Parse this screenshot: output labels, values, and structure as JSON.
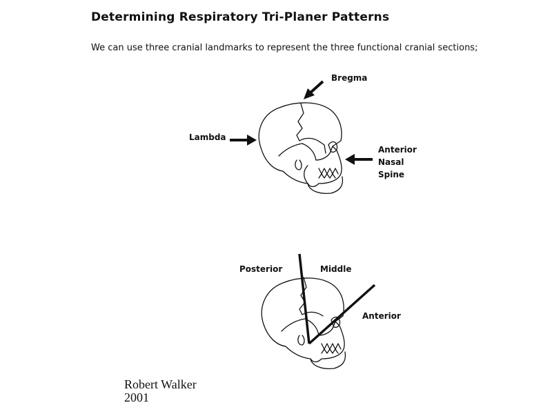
{
  "title": "Determining Respiratory Tri-Planer Patterns",
  "subtitle": "We can use three cranial landmarks to represent the three functional cranial sections;",
  "top_diagram": {
    "labels": {
      "bregma": "Bregma",
      "lambda": "Lambda",
      "ans_line1": "Anterior",
      "ans_line2": "Nasal",
      "ans_line3": "Spine"
    }
  },
  "bottom_diagram": {
    "labels": {
      "posterior": "Posterior",
      "middle": "Middle",
      "anterior": "Anterior"
    }
  },
  "author": {
    "name": "Robert Walker",
    "year": "2001"
  }
}
